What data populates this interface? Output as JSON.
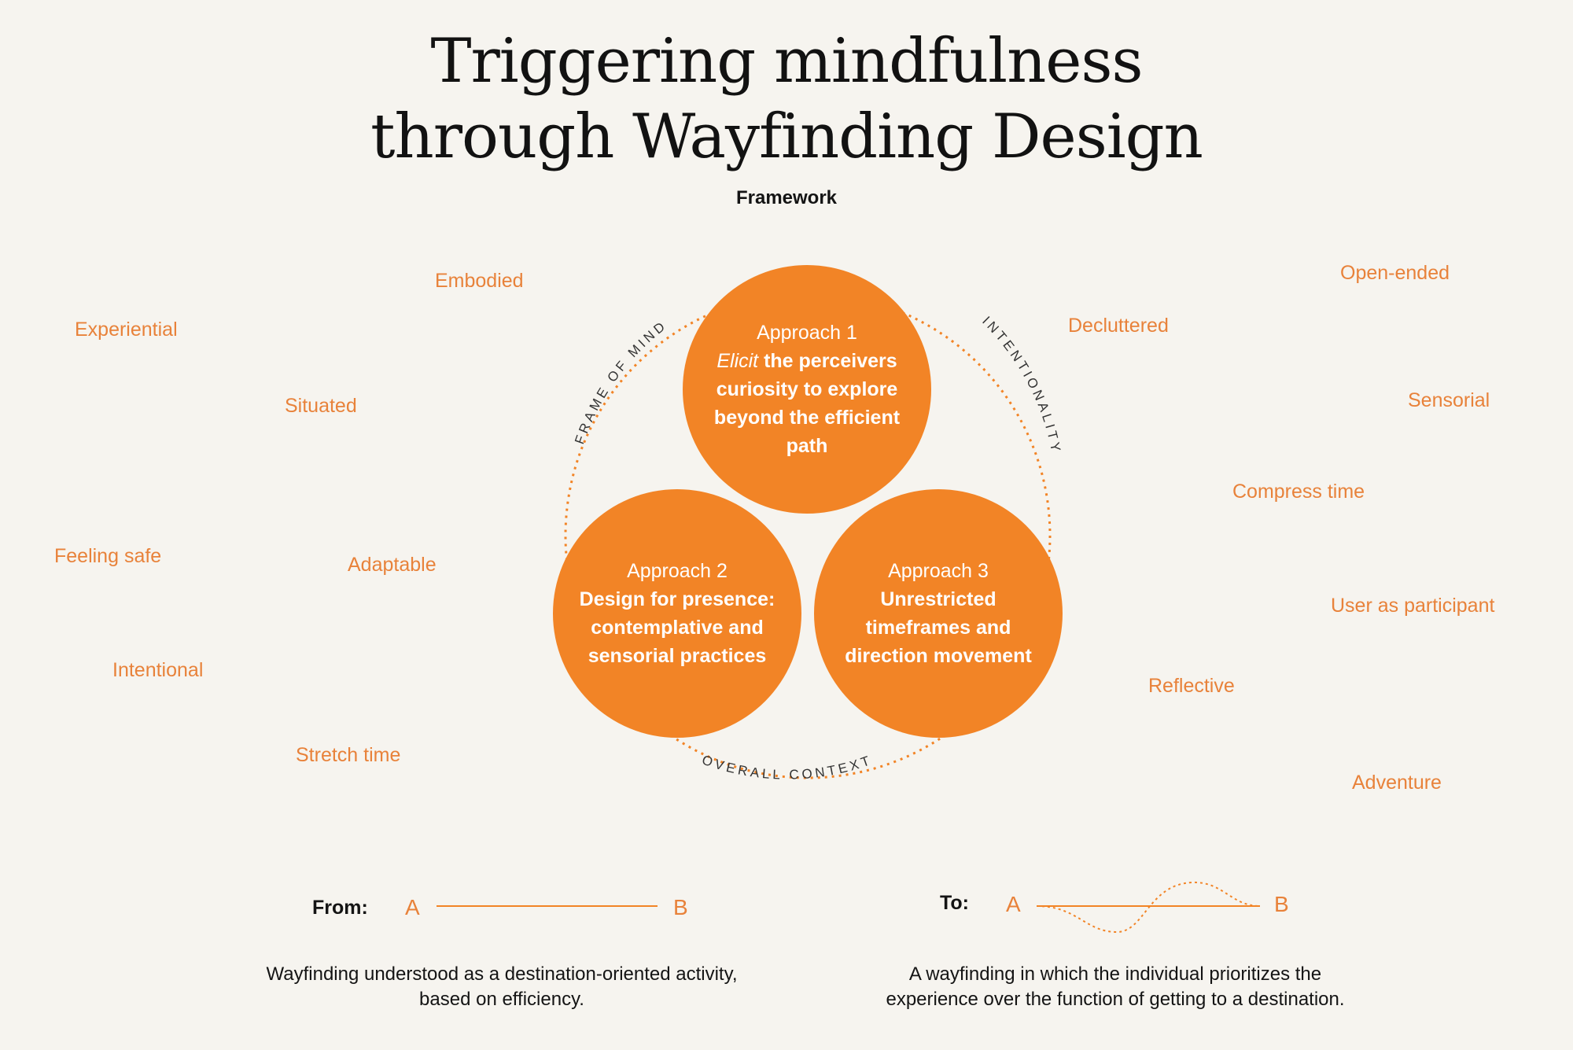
{
  "header": {
    "title_line1": "Triggering mindfulness",
    "title_line2": "through Wayfinding Design",
    "subtitle": "Framework"
  },
  "ring_labels": {
    "left": "FRAME OF MIND",
    "right": "INTENTIONALITY",
    "bottom": "OVERALL CONTEXT"
  },
  "approaches": [
    {
      "label": "Approach 1",
      "desc_em": "Elicit",
      "desc": " the perceivers curiosity to explore beyond the efficient path"
    },
    {
      "label": "Approach 2",
      "desc": "Design for presence: contemplative and sensorial practices"
    },
    {
      "label": "Approach 3",
      "desc": "Unrestricted timeframes and direction movement"
    }
  ],
  "keywords_left": [
    "Embodied",
    "Experiential",
    "Situated",
    "Feeling safe",
    "Adaptable",
    "Intentional",
    "Stretch time"
  ],
  "keywords_right": [
    "Open-ended",
    "Decluttered",
    "Sensorial",
    "Compress time",
    "User as participant",
    "Reflective",
    "Adventure"
  ],
  "from": {
    "label": "From:",
    "a": "A",
    "b": "B",
    "caption": "Wayfinding understood as a destination-oriented activity, based on efficiency."
  },
  "to": {
    "label": "To:",
    "a": "A",
    "b": "B",
    "caption": "A wayfinding in which the individual prioritizes the experience over the function of getting to a destination."
  },
  "colors": {
    "accent": "#f28426",
    "keyword": "#e8823a",
    "background": "#f6f4ef",
    "text": "#141414"
  }
}
